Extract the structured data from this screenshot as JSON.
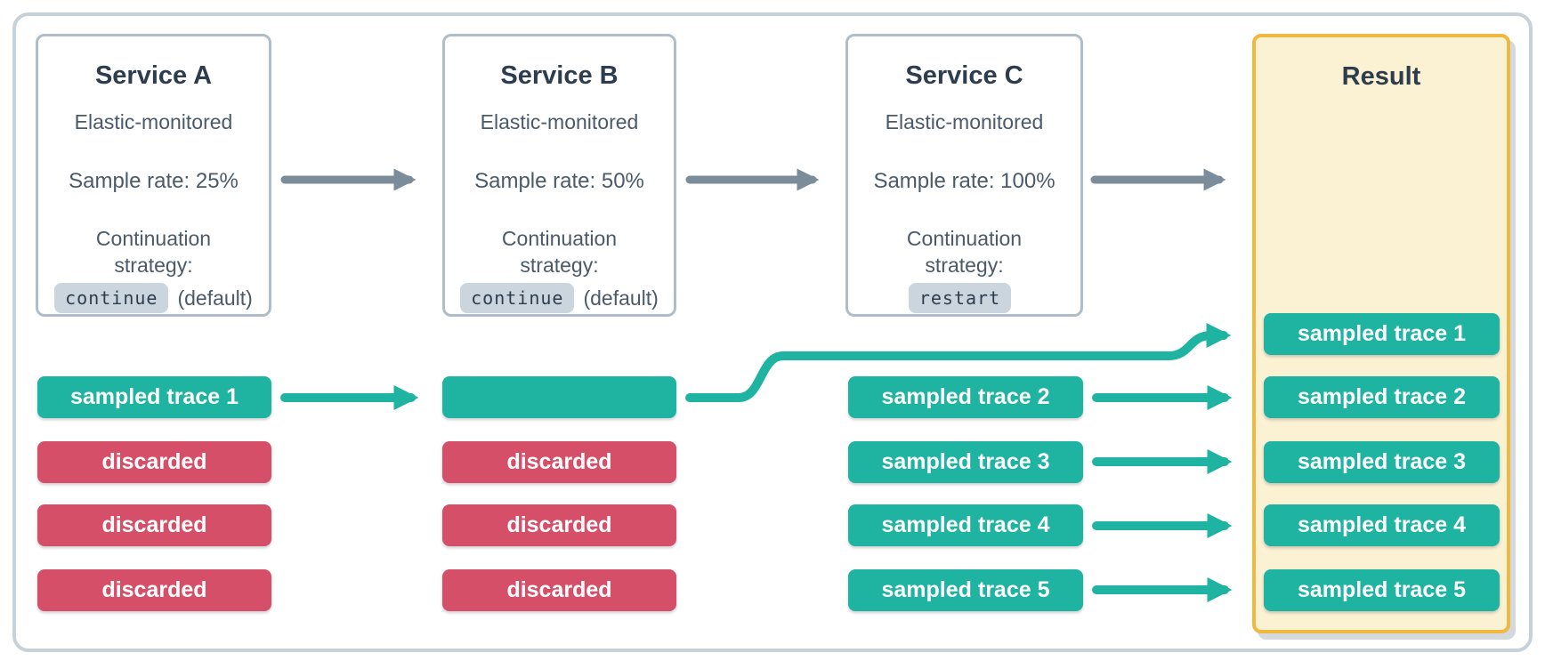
{
  "colors": {
    "teal": "#1FB3A1",
    "red": "#D64F68",
    "arrow_gray": "#7B8C9B",
    "frame_border": "#C7D1DA",
    "box_border": "#AFBCC9",
    "title_text": "#2E3D4D",
    "body_text": "#4A5A6A",
    "code_chip_bg": "#CBD5DE",
    "result_border": "#F0B83E",
    "result_bg": "#FBF1D3",
    "chip_text": "#FFFFFF"
  },
  "services": [
    {
      "title": "Service A",
      "subtitle": "Elastic-monitored",
      "sample_rate": "Sample rate: 25%",
      "strategy_label": "Continuation strategy:",
      "strategy_value": "continue",
      "strategy_suffix": "(default)"
    },
    {
      "title": "Service B",
      "subtitle": "Elastic-monitored",
      "sample_rate": "Sample rate: 50%",
      "strategy_label": "Continuation strategy:",
      "strategy_value": "continue",
      "strategy_suffix": "(default)"
    },
    {
      "title": "Service C",
      "subtitle": "Elastic-monitored",
      "sample_rate": "Sample rate: 100%",
      "strategy_label": "Continuation strategy:",
      "strategy_value": "restart",
      "strategy_suffix": ""
    }
  ],
  "result_panel": {
    "title": "Result",
    "traces": [
      "sampled trace 1",
      "sampled trace 2",
      "sampled trace 3",
      "sampled trace 4",
      "sampled trace 5"
    ]
  },
  "trace_rows": {
    "service_a": [
      {
        "label": "sampled trace 1",
        "status": "sampled"
      },
      {
        "label": "discarded",
        "status": "discarded"
      },
      {
        "label": "discarded",
        "status": "discarded"
      },
      {
        "label": "discarded",
        "status": "discarded"
      }
    ],
    "service_b": [
      {
        "label": "",
        "status": "sampled"
      },
      {
        "label": "discarded",
        "status": "discarded"
      },
      {
        "label": "discarded",
        "status": "discarded"
      },
      {
        "label": "discarded",
        "status": "discarded"
      }
    ],
    "service_c": [
      {
        "label": "sampled trace 2",
        "status": "sampled"
      },
      {
        "label": "sampled trace 3",
        "status": "sampled"
      },
      {
        "label": "sampled trace 4",
        "status": "sampled"
      },
      {
        "label": "sampled trace 5",
        "status": "sampled"
      }
    ]
  },
  "icons": {
    "flow_arrow": "right-arrow",
    "trace_arrow": "right-arrow"
  }
}
